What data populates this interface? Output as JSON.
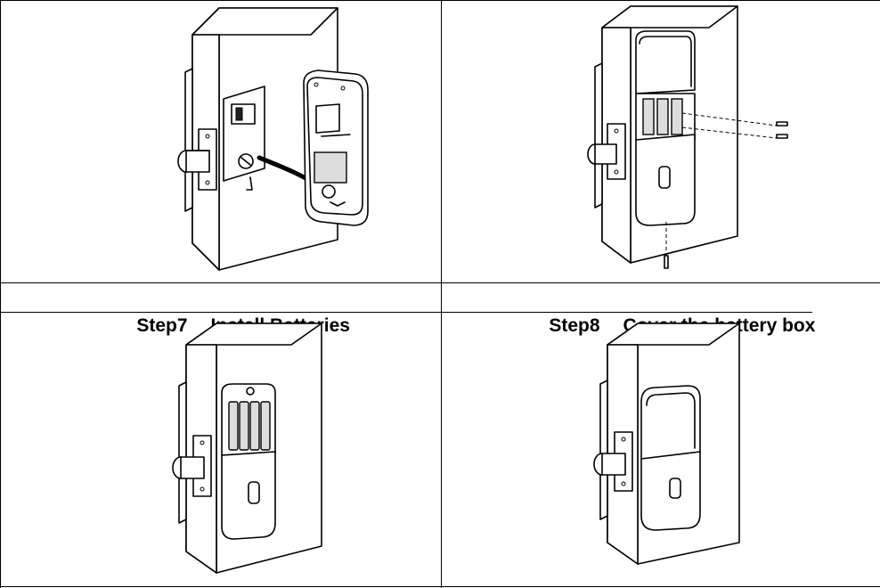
{
  "steps": [
    {
      "step": "Step7",
      "title": "Install Batteries"
    },
    {
      "step": "Step8",
      "title": "Cover the battery box"
    }
  ]
}
